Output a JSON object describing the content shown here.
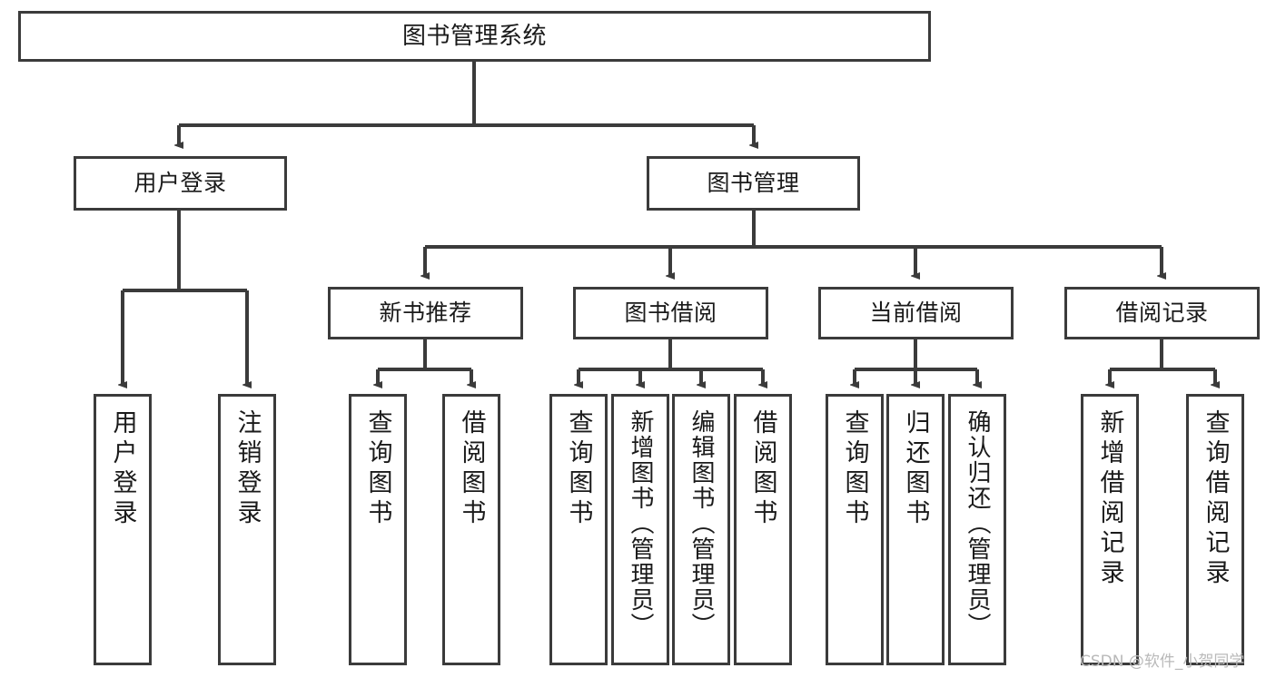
{
  "diagram": {
    "type": "tree-hierarchy-chart",
    "title": "图书管理系统",
    "orientation": "top-down",
    "box_fill": "#ffffff",
    "box_stroke": "#3b3b3b",
    "connector_color": "#3b3b3b",
    "background": "#ffffff"
  },
  "root": {
    "label": "图书管理系统"
  },
  "level2": [
    {
      "label": "用户登录"
    },
    {
      "label": "图书管理"
    }
  ],
  "level3": [
    {
      "label": "新书推荐"
    },
    {
      "label": "图书借阅"
    },
    {
      "label": "当前借阅"
    },
    {
      "label": "借阅记录"
    }
  ],
  "leaves": {
    "user_login": [
      {
        "label": "用户登录"
      },
      {
        "label": "注销登录"
      }
    ],
    "new_book_recommend": [
      {
        "label": "查询图书"
      },
      {
        "label": "借阅图书"
      }
    ],
    "book_borrow": [
      {
        "label": "查询图书"
      },
      {
        "label": "新增图书（管理员）"
      },
      {
        "label": "编辑图书（管理员）"
      },
      {
        "label": "借阅图书"
      }
    ],
    "current_borrow": [
      {
        "label": "查询图书"
      },
      {
        "label": "归还图书"
      },
      {
        "label": "确认归还（管理员）"
      }
    ],
    "borrow_record": [
      {
        "label": "新增借阅记录"
      },
      {
        "label": "查询借阅记录"
      }
    ]
  },
  "watermark": {
    "text": "CSDN @软件_小贺同学"
  }
}
